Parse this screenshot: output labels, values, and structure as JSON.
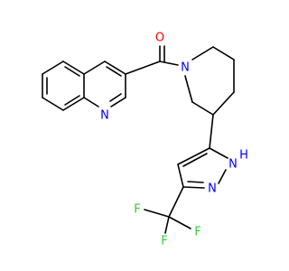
{
  "molecule": {
    "atoms": {
      "carbonyl_oxygen": {
        "symbol": "O",
        "color": "#ff0000"
      },
      "quinoline_nitrogen": {
        "symbol": "N",
        "color": "#0000ff"
      },
      "piperidine_nitrogen": {
        "symbol": "N",
        "color": "#0000ff"
      },
      "pyrazole_nh": {
        "symbol": "N",
        "hydrogen": "H",
        "color": "#0000ff"
      },
      "pyrazole_n": {
        "symbol": "N",
        "color": "#0000ff"
      },
      "fluorine_1": {
        "symbol": "F",
        "color": "#33cc33"
      },
      "fluorine_2": {
        "symbol": "F",
        "color": "#33cc33"
      },
      "fluorine_3": {
        "symbol": "F",
        "color": "#33cc33"
      }
    }
  }
}
